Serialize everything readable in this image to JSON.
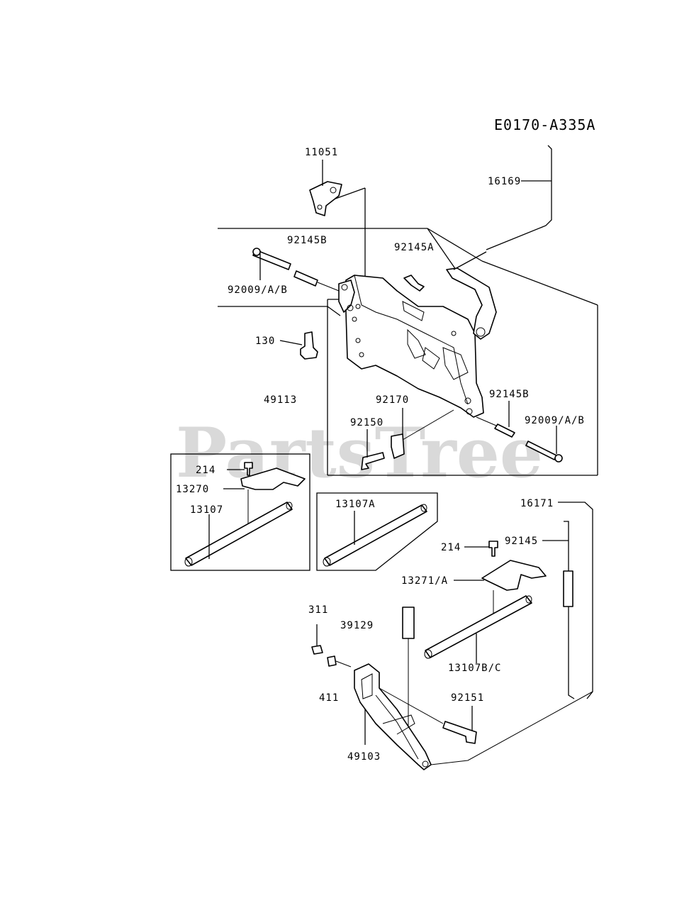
{
  "diagram": {
    "code": "E0170-A335A",
    "watermark": "PartsTree",
    "labels": {
      "p11051": "11051",
      "p16169": "16169",
      "p92145B_top": "92145B",
      "p92145A": "92145A",
      "p92009_left": "92009/A/B",
      "p130": "130",
      "p49113": "49113",
      "p92170": "92170",
      "p92145B_right": "92145B",
      "p92150": "92150",
      "p92009_right": "92009/A/B",
      "p214_left": "214",
      "p13270": "13270",
      "p13107": "13107",
      "p13107A": "13107A",
      "p16171": "16171",
      "p214_right": "214",
      "p92145": "92145",
      "p13271A": "13271/A",
      "p311": "311",
      "p39129": "39129",
      "p13107BC": "13107B/C",
      "p411": "411",
      "p92151": "92151",
      "p49103": "49103"
    }
  }
}
